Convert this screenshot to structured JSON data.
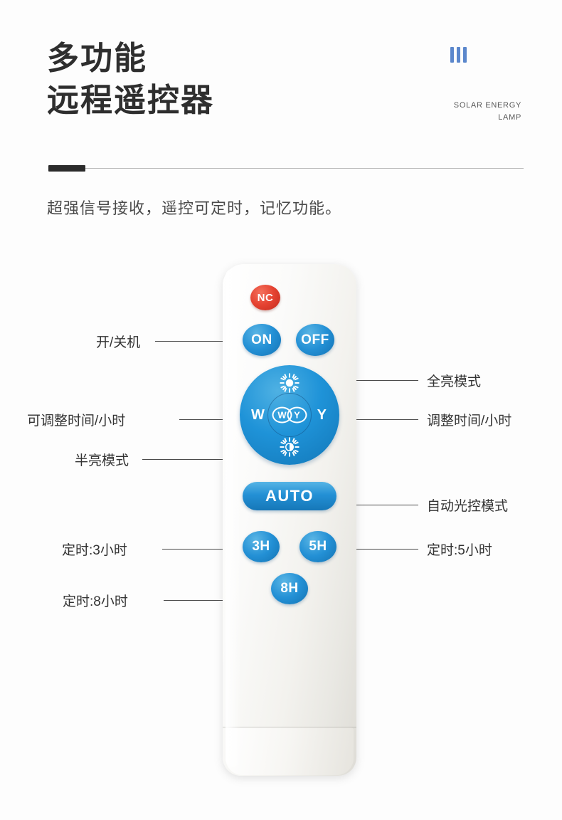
{
  "header": {
    "title_line1": "多功能",
    "title_line2": "远程遥控器",
    "subtitle": "超强信号接收，遥控可定时，记忆功能。",
    "brand_line1": "SOLAR ENERGY",
    "brand_line2": "LAMP",
    "accent_color": "#5b87cc"
  },
  "remote": {
    "colors": {
      "button_blue": "#2390d5",
      "button_red": "#e54332",
      "body": "#f3f2ee"
    },
    "buttons": {
      "nc": "NC",
      "on": "ON",
      "off": "OFF",
      "dpad_left": "W",
      "dpad_right": "Y",
      "center_left": "W",
      "center_right": "Y",
      "auto": "AUTO",
      "h3": "3H",
      "h5": "5H",
      "h8": "8H"
    }
  },
  "callouts": {
    "power": "开/关机",
    "adjustable_time": "可调整时间/小时",
    "half_bright": "半亮模式",
    "timer_3h": "定时:3小时",
    "timer_8h": "定时:8小时",
    "full_bright": "全亮模式",
    "adjust_time": "调整时间/小时",
    "auto_light": "自动光控模式",
    "timer_5h": "定时:5小时"
  }
}
